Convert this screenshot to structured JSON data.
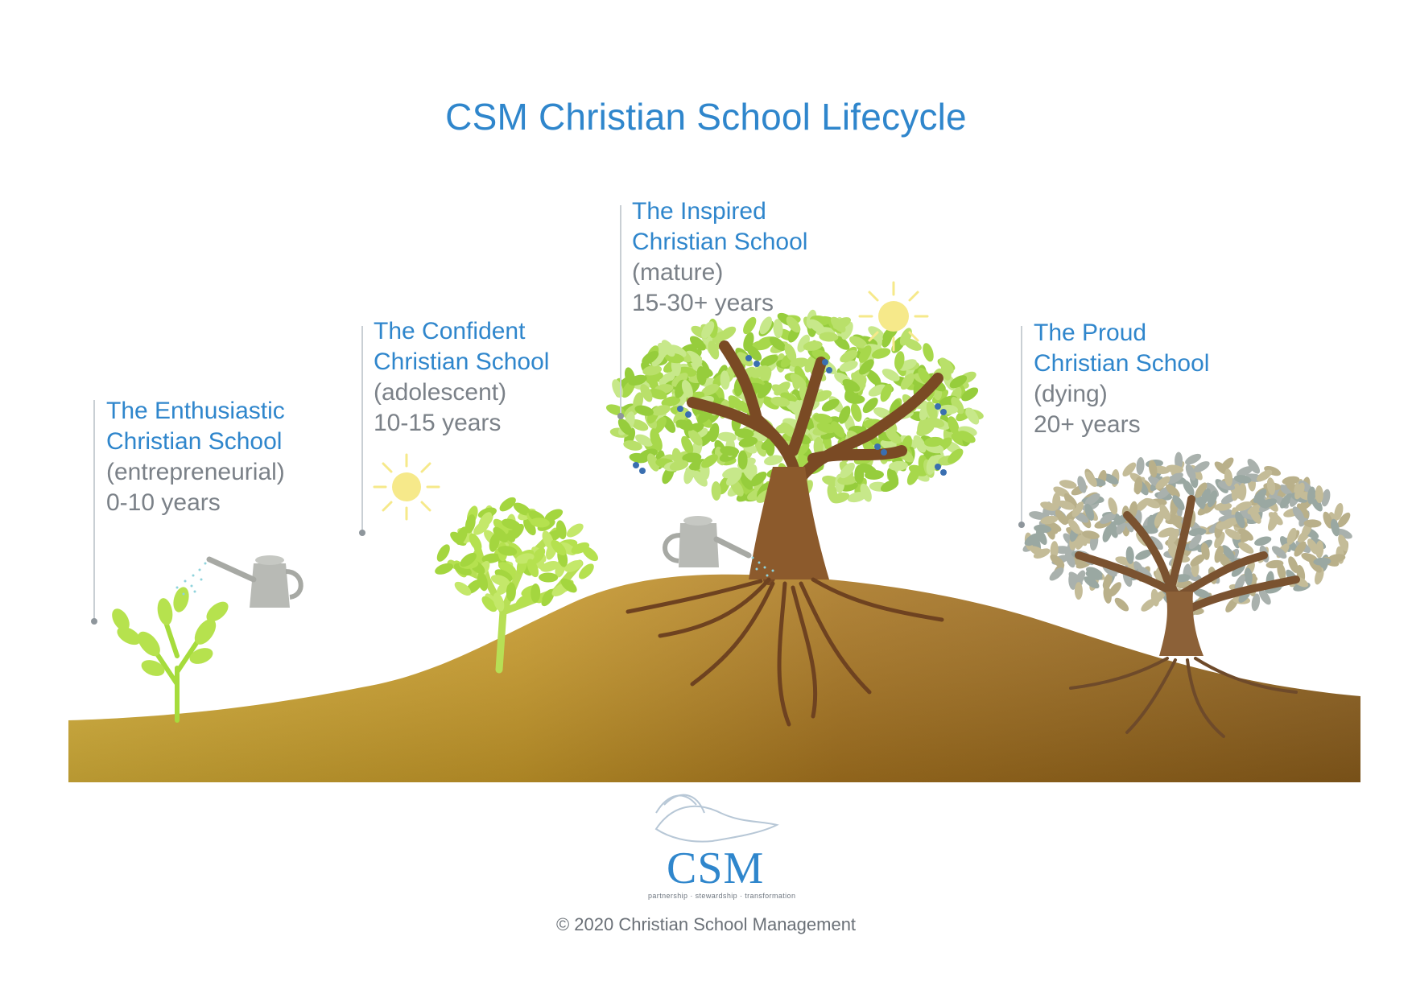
{
  "title": "CSM Christian School Lifecycle",
  "stages": [
    {
      "name_line1": "The Enthusiastic",
      "name_line2": "Christian School",
      "phase": "(entrepreneurial)",
      "years": "0-10 years"
    },
    {
      "name_line1": "The Confident",
      "name_line2": "Christian School",
      "phase": "(adolescent)",
      "years": "10-15 years"
    },
    {
      "name_line1": "The Inspired",
      "name_line2": "Christian School",
      "phase": "(mature)",
      "years": "15-30+ years"
    },
    {
      "name_line1": "The Proud",
      "name_line2": "Christian School",
      "phase": "(dying)",
      "years": "20+ years"
    }
  ],
  "logo": {
    "text": "CSM",
    "tagline": "partnership · stewardship · transformation"
  },
  "copyright": "© 2020 Christian School Management",
  "colors": {
    "accent": "#2f86cc",
    "soil_light": "#c9a12c",
    "soil_dark": "#8c5e1c",
    "leaf_green": "#9fd84a",
    "trunk": "#7a4a24"
  }
}
